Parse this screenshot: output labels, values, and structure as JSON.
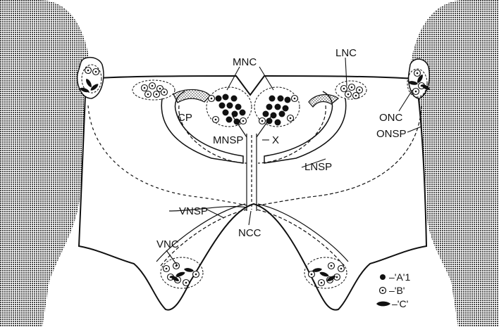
{
  "figure": {
    "labels": {
      "mnc": "MNC",
      "lnc": "LNC",
      "cp": "CP",
      "mnsp": "MNSP",
      "x": "X",
      "onc": "ONC",
      "onsp": "ONSP",
      "lnsp": "LNSP",
      "vnsp": "VNSP",
      "vnc": "VNC",
      "ncc": "NCC"
    },
    "legend": {
      "a1": "–'A'1",
      "b": "–'B'",
      "c": "–'C'"
    }
  },
  "colors": {
    "ink": "#111111",
    "hatch": "#555555",
    "background": "#ffffff"
  }
}
